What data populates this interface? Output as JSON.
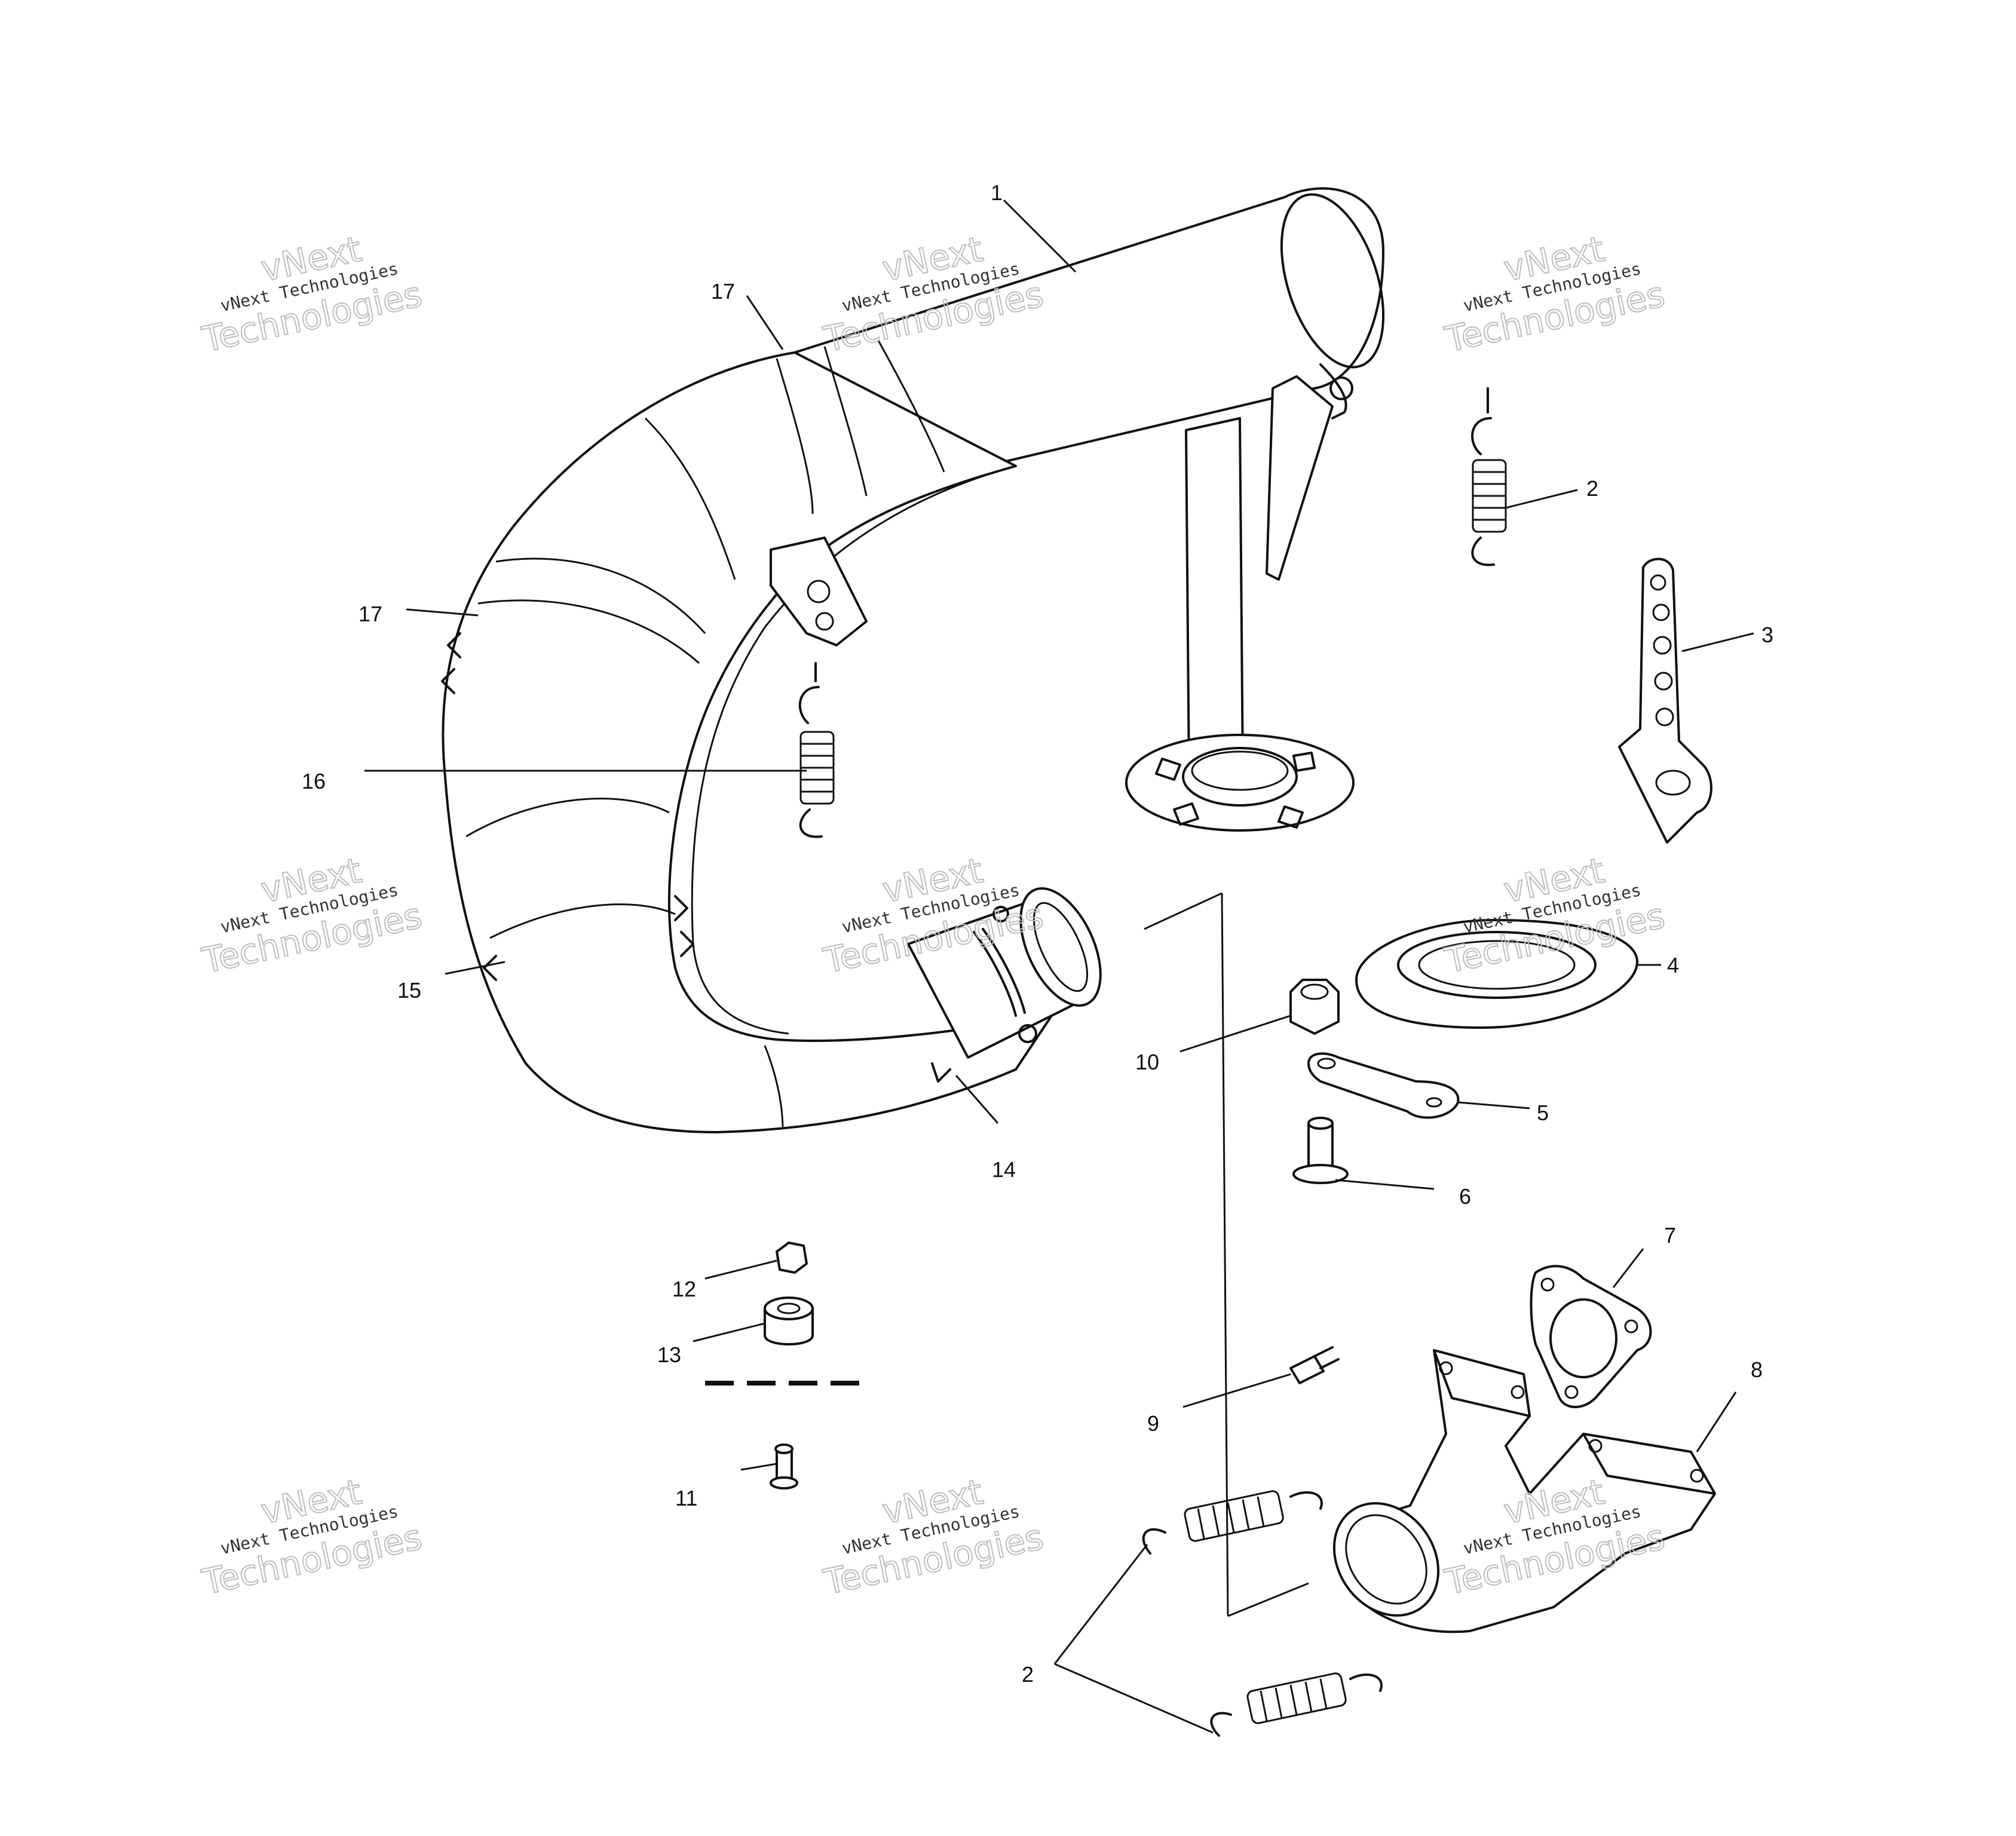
{
  "callouts": {
    "c1": "1",
    "c2a": "2",
    "c2b": "2",
    "c3": "3",
    "c4": "4",
    "c5": "5",
    "c6": "6",
    "c7": "7",
    "c8": "8",
    "c9": "9",
    "c10": "10",
    "c11": "11",
    "c12": "12",
    "c13": "13",
    "c14": "14",
    "c15": "15",
    "c16": "16",
    "c17a": "17",
    "c17b": "17"
  },
  "watermark": {
    "line1": "vNext",
    "line2": "vNext Technologies",
    "line3": "Technologies"
  }
}
